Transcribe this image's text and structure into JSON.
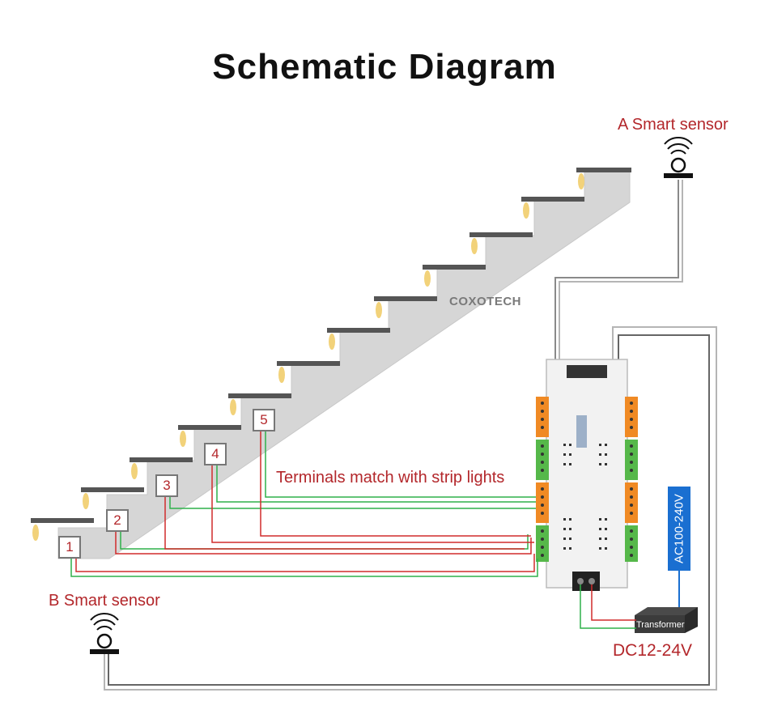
{
  "title": "Schematic Diagram",
  "brand": "COXOTECH",
  "sensor_a": {
    "label": "A Smart sensor",
    "icon": "motion-sensor-icon"
  },
  "sensor_b": {
    "label": "B Smart sensor",
    "icon": "motion-sensor-icon"
  },
  "terminals_note": "Terminals match with strip lights",
  "power_input": "AC100-240V",
  "transformer": {
    "label": "Transformer",
    "output": "DC12-24V"
  },
  "step_labels": [
    "1",
    "2",
    "3",
    "4",
    "5"
  ],
  "colors": {
    "red_text": "#b3272b",
    "wire_red": "#d12b2b",
    "wire_green": "#2fb14a",
    "wire_gray": "#8a8a8a",
    "stair_gray": "#d6d6d6",
    "terminal_orange": "#f08a24",
    "terminal_green": "#56b84a",
    "ac_blue": "#1a6fd1"
  }
}
